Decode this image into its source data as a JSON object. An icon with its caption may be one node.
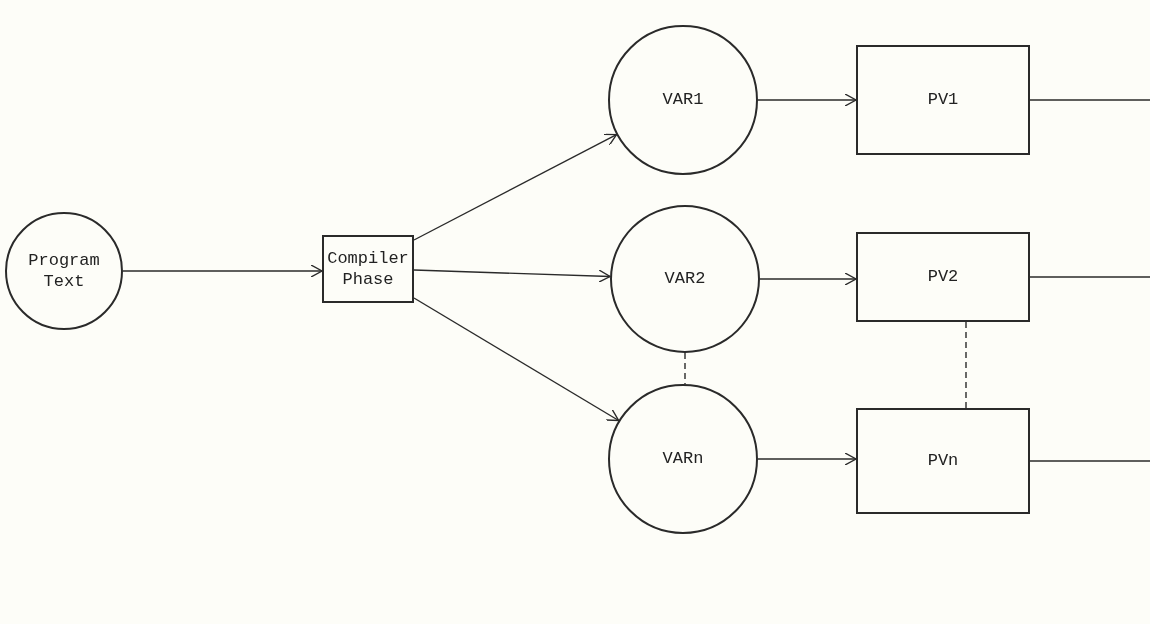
{
  "diagram": {
    "nodes": [
      {
        "text": [
          "Program Text"
        ]
      },
      {
        "text": [
          "Compiler Phase"
        ]
      },
      {
        "text": [
          "VAR1"
        ]
      },
      {
        "text": [
          "VAR2"
        ]
      },
      {
        "text": [
          "VARn"
        ]
      },
      {
        "text": [
          "PV1"
        ]
      },
      {
        "text": [
          "PV2"
        ]
      },
      {
        "text": [
          "PVn"
        ]
      }
    ],
    "edges": [
      {
        "from": 0,
        "to": 1,
        "arrow": "to"
      },
      {
        "from": 1,
        "to": 2,
        "arrow": "to"
      },
      {
        "from": 1,
        "to": 3,
        "arrow": "to"
      },
      {
        "from": 1,
        "to": 4,
        "arrow": "to"
      },
      {
        "from": 2,
        "to": 5,
        "arrow": "to"
      },
      {
        "from": 3,
        "to": 6,
        "arrow": "to"
      },
      {
        "from": 4,
        "to": 7,
        "arrow": "to"
      },
      {
        "from": 5,
        "to": null,
        "arrow": "none"
      },
      {
        "from": 6,
        "to": null,
        "arrow": "none"
      },
      {
        "from": 7,
        "to": null,
        "arrow": "none"
      },
      {
        "from": 3,
        "to": 4,
        "arrow": "none",
        "style": "dashed"
      },
      {
        "from": 6,
        "to": 7,
        "arrow": "none",
        "style": "dashed"
      }
    ]
  }
}
